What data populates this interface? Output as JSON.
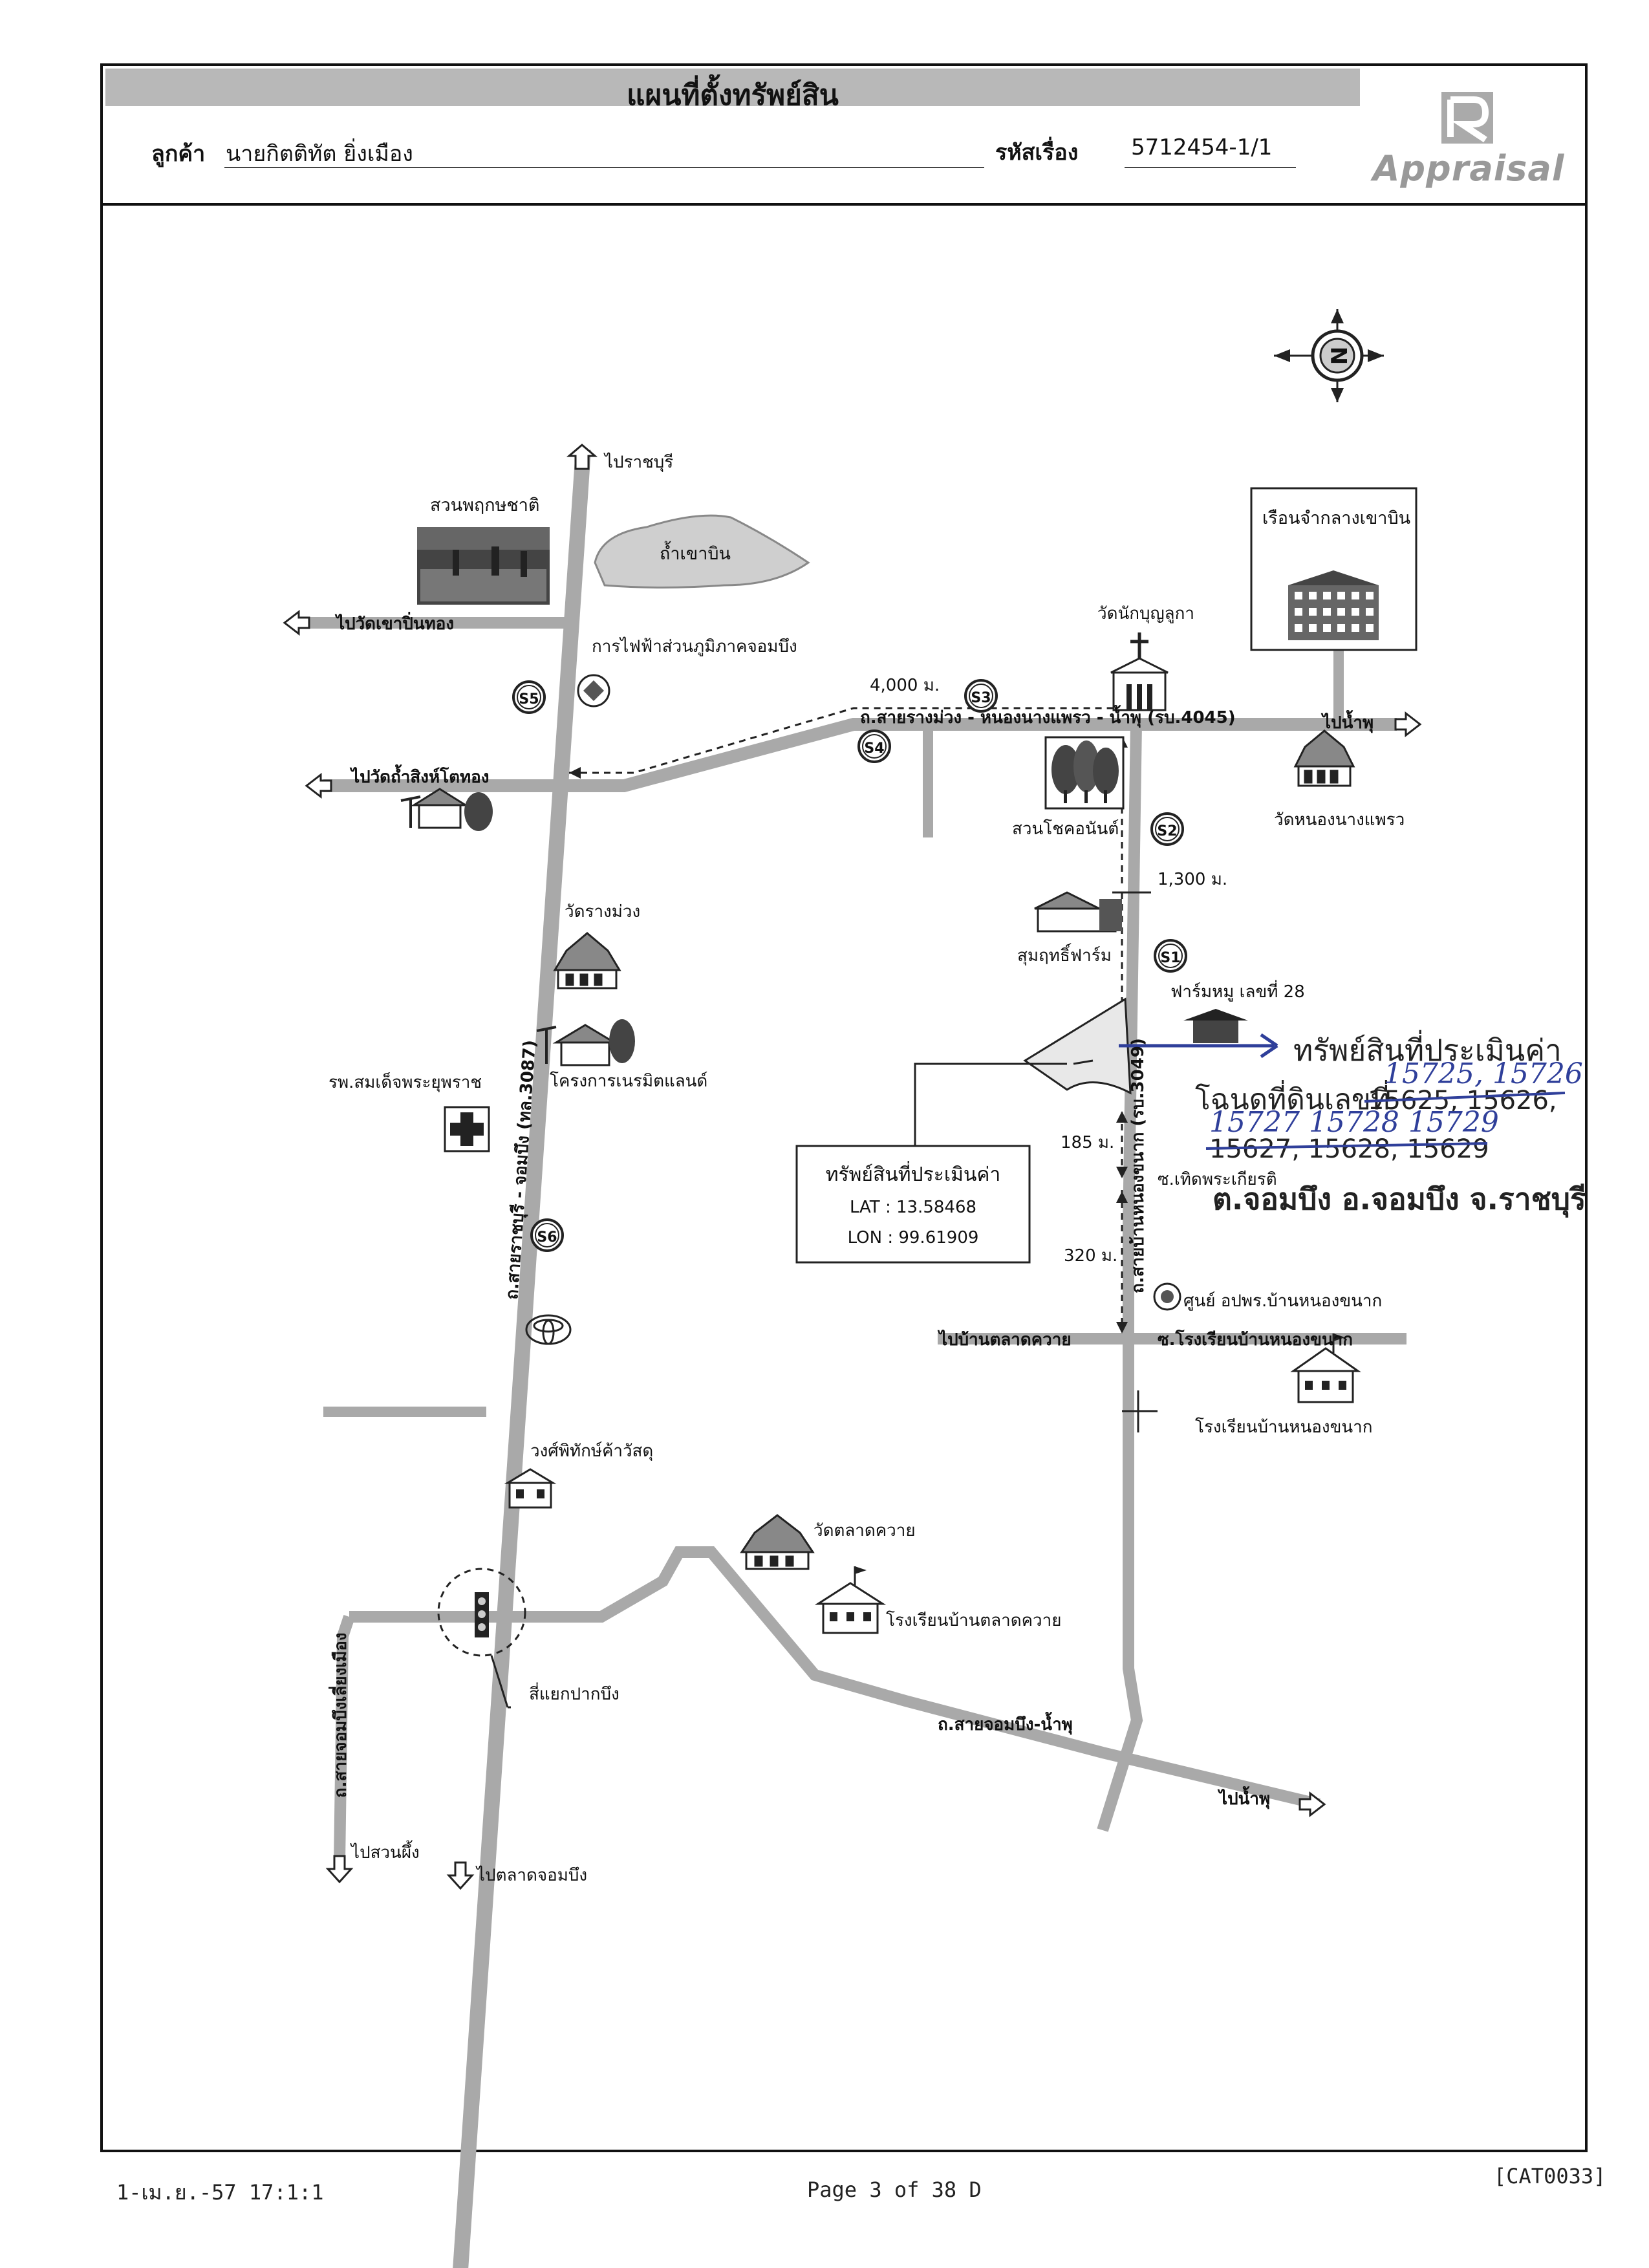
{
  "header": {
    "title": "แผนที่ตั้งทรัพย์สิน",
    "customer_label": "ลูกค้า",
    "customer_name": "นายกิตติทัต ยิ่งเมือง",
    "case_label": "รหัสเรื่อง",
    "case_number": "5712454-1/1",
    "logo_text": "Appraisal"
  },
  "map": {
    "north_label": "N",
    "labels": {
      "to_ratchaburi": "ไปราชบุรี",
      "botanical_garden": "สวนพฤกษชาติ",
      "tham_khao_bin": "ถ้ำเขาบิน",
      "to_wat_khao_pin_thong": "ไปวัดเขาปิ่นทอง",
      "pea_office": "การไฟฟ้าส่วนภูมิภาคจอมบึง",
      "wat_nak_bunluka": "วัดนักบุญลูกา",
      "khao_bin_prison": "เรือนจำกลางเขาบิน",
      "distance_4000": "4,000 ม.",
      "road_4045": "ถ.สายรางม่วง - หนองนางแพรว - น้ำพุ (รบ.4045)",
      "to_nam_phu_top": "ไปน้ำพุ",
      "to_wat_tham_sing_to_thong": "ไปวัดถ้ำสิงห์โตทอง",
      "suan_chok_anan": "สวนโชคอนันต์",
      "wat_nong_nang_phraeo": "วัดหนองนางแพรว",
      "distance_1300": "1,300 ม.",
      "wat_rang_muang": "วัดรางม่วง",
      "sumrit_farm": "สุมฤทธิ์ฟาร์ม",
      "pig_farm": "ฟาร์มหมู เลขที่ 28",
      "hospital": "รพ.สมเด็จพระยุพราช",
      "nernamit_land": "โครงการเนรมิตแลนด์",
      "distance_185": "185 ม.",
      "soi_poed_phra_kiat": "ซ.เทิดพระเกียรติ",
      "distance_320": "320 ม.",
      "opor_center": "ศูนย์ อปพร.บ้านหนองขนาก",
      "to_ban_talat_khwai": "ไปบ้านตลาดควาย",
      "soi_school": "ซ.โรงเรียนบ้านหนองขนาก",
      "school_nong_khanak": "โรงเรียนบ้านหนองขนาก",
      "main_road": "ถ.สายราชบุรี - จอมบึง (ทล.3087)",
      "side_road": "ถ.สายบ้านหนองขนาก (รบ.3049)",
      "wongsa_store": "วงศ์พิทักษ์ค้าวัสดุ",
      "wat_talat_khwai": "วัดตลาดควาย",
      "school_talat_khwai": "โรงเรียนบ้านตลาดควาย",
      "pak_bueng_junction": "สี่แยกปากบึง",
      "road_chom_bueng_nam_phu": "ถ.สายจอมบึง-น้ำพุ",
      "to_nam_phu_bottom": "ไปน้ำพุ",
      "road_chom_bueng_kiang": "ถ.สายจอมบึงเลี่ยงเมือง",
      "to_suan_phueng": "ไปสวนผึ้ง",
      "to_talat_chom_bueng": "ไปตลาดจอมบึง"
    },
    "markers": [
      "S1",
      "S2",
      "S3",
      "S4",
      "S5",
      "S6"
    ],
    "property_box": {
      "title": "ทรัพย์สินที่ประเมินค่า",
      "lat": "LAT : 13.58468",
      "lon": "LON : 99.61909"
    },
    "annotation": {
      "title": "ทรัพย์สินที่ประเมินค่า",
      "deed_label": "โฉนดที่ดินเลขที่",
      "struck_line_1": "15625, 15626,",
      "struck_line_2": "15627, 15628, 15629",
      "handwritten_line_1": "15725, 15726",
      "handwritten_line_2": "15727 15728 15729",
      "location": "ต.จอมบึง อ.จอมบึง จ.ราชบุรี"
    }
  },
  "footer": {
    "date_time": "1-เม.ย.-57 17:1:1",
    "page": "Page 3 of 38 D",
    "code": "[CAT0033]"
  }
}
